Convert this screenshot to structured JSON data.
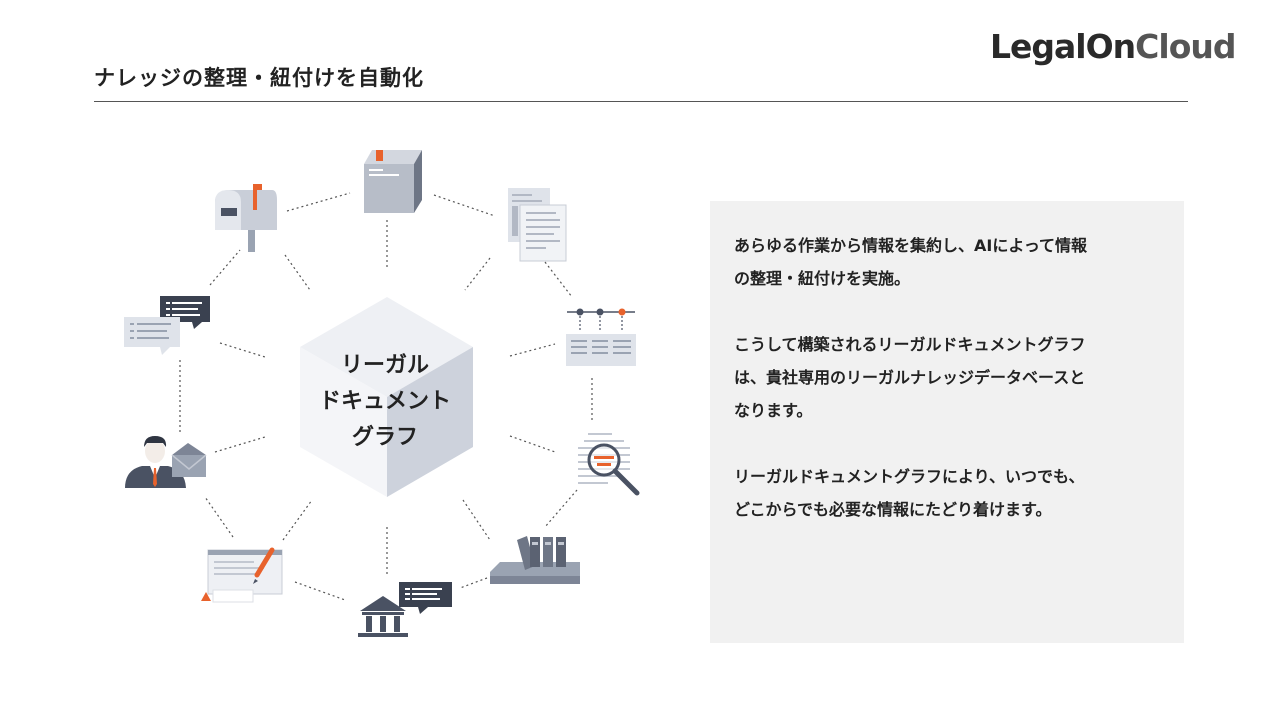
{
  "header": {
    "title": "ナレッジの整理・紐付けを自動化",
    "logo_main": "LegalOn",
    "logo_cloud": "Cloud"
  },
  "diagram": {
    "center_lines": [
      "リーガル",
      "ドキュメント",
      "グラフ"
    ]
  },
  "panel": {
    "paragraphs": [
      "あらゆる作業から情報を集約し、AIによって情報\nの整理・紐付けを実施。",
      "こうして構築されるリーガルドキュメントグラフ\nは、貴社専用のリーガルナレッジデータベースと\nなります。",
      "リーガルドキュメントグラフにより、いつでも、\nどこからでも必要な情報にたどり着けます。"
    ]
  },
  "colors": {
    "accent": "#e8622c",
    "icon_gray": "#9aa3b2",
    "icon_dark": "#4a5263",
    "cube_light": "#eef0f4",
    "cube_shade": "#cdd2dc",
    "panel_bg": "#f1f1f1"
  },
  "icons": [
    "mailbox-icon",
    "binder-icon",
    "documents-icon",
    "timeline-icon",
    "magnifier-document-icon",
    "file-folders-icon",
    "courthouse-chat-icon",
    "browser-edit-icon",
    "person-mail-icon",
    "chat-bubbles-icon"
  ]
}
